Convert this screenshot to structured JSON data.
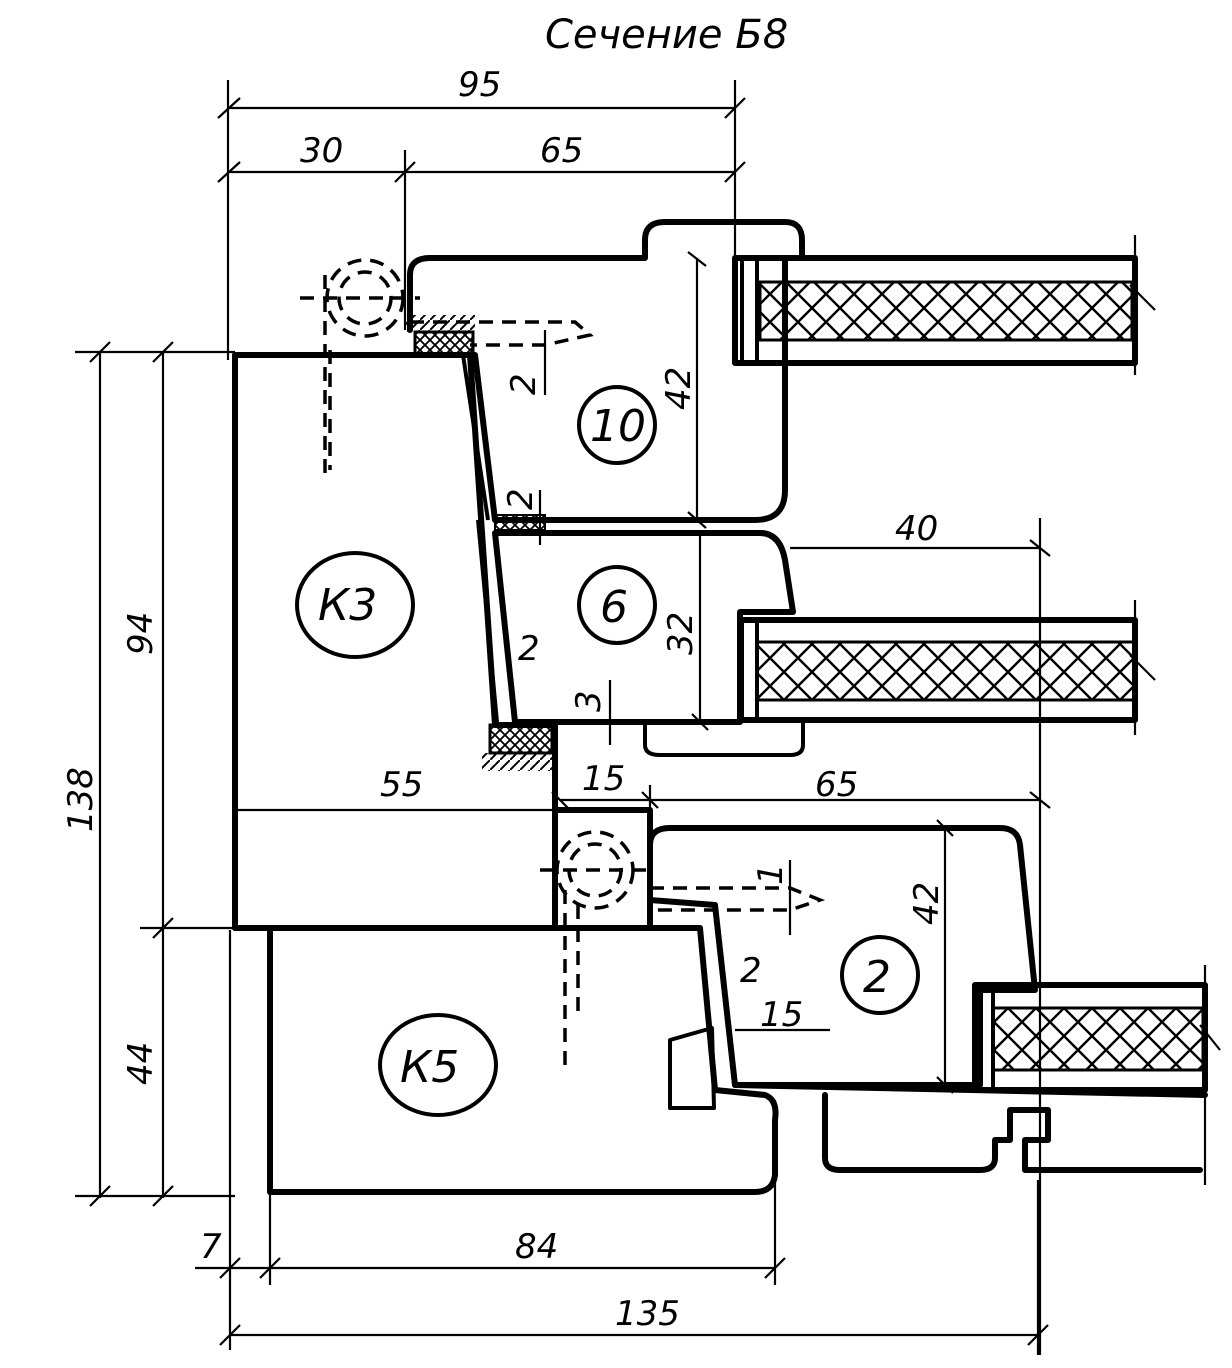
{
  "title": "Сечение Б8",
  "parts": {
    "k3": "К3",
    "k5": "К5",
    "p10": "10",
    "p6": "6",
    "p2": "2"
  },
  "dimensions": {
    "d95": "95",
    "d30": "30",
    "d65_top": "65",
    "d42_upper": "42",
    "d2_a": "2",
    "d2_b": "2",
    "d40": "40",
    "d32": "32",
    "d2_c": "2",
    "d3": "3",
    "d15_mid": "15",
    "d55": "55",
    "d65_mid": "65",
    "d42_lower": "42",
    "d1": "1",
    "d2_d": "2",
    "d15_low": "15",
    "d138": "138",
    "d94": "94",
    "d44": "44",
    "d7": "7",
    "d84": "84",
    "d135": "135"
  }
}
